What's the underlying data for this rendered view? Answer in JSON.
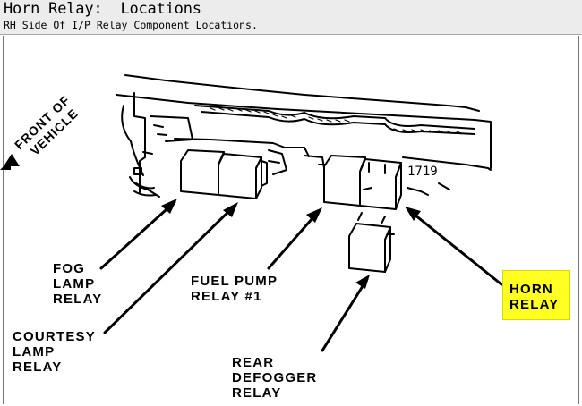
{
  "header": {
    "title": "Horn Relay:  Locations",
    "subtitle": "RH Side Of I/P Relay Component Locations."
  },
  "diagram": {
    "direction_label": "FRONT OF\nVEHICLE",
    "labels": {
      "fog_lamp_relay": "FOG\nLAMP\nRELAY",
      "courtesy_lamp_relay": "COURTESY\nLAMP\nRELAY",
      "fuel_pump_relay": "FUEL PUMP\nRELAY #1",
      "rear_defogger_relay": "REAR\nDEFOGGER\nRELAY",
      "horn_relay": "HORN\nRELAY"
    },
    "connector_marks": "1719",
    "highlight_color": "#ffff22"
  }
}
